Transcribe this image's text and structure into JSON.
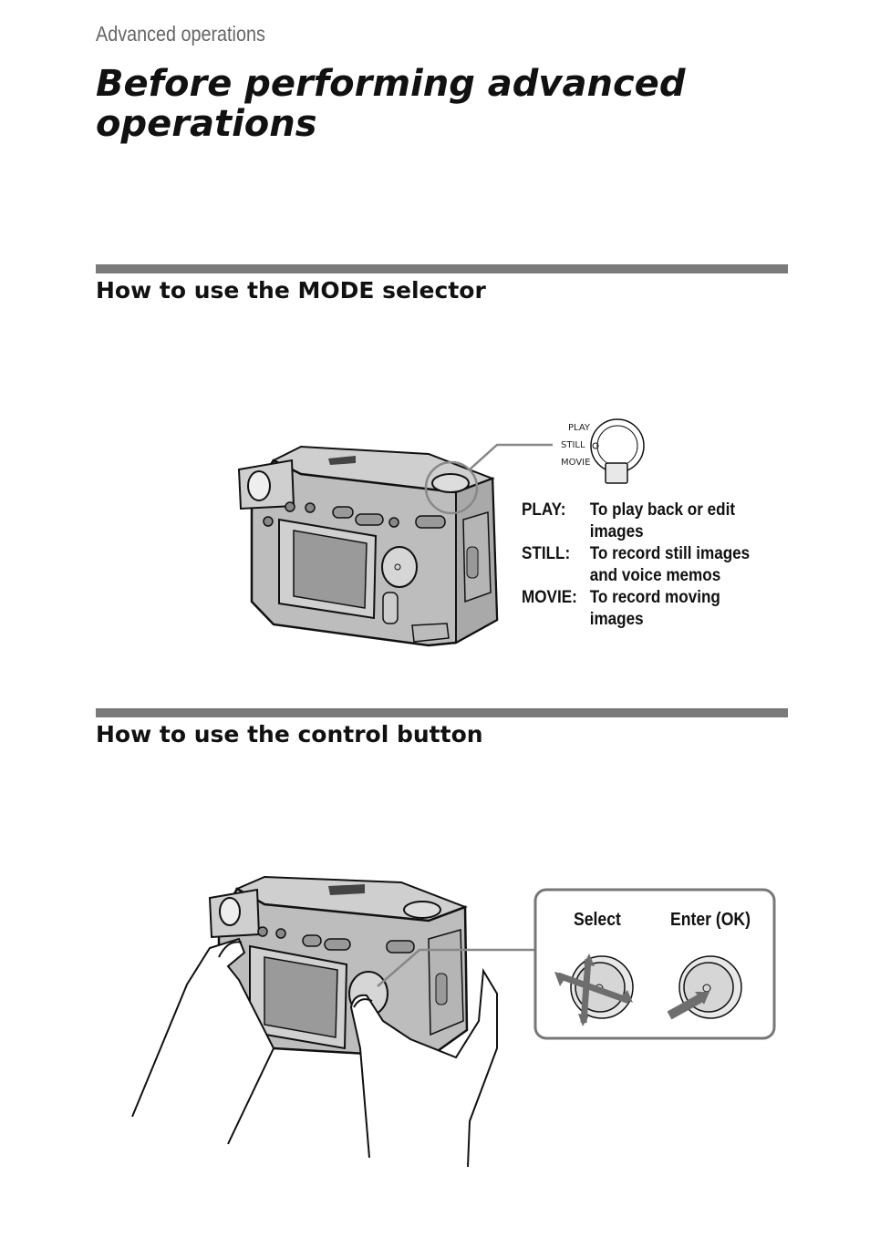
{
  "header": {
    "section_label": "Advanced operations",
    "title": "Before performing advanced operations"
  },
  "mode_section": {
    "heading": "How to use the MODE selector",
    "dial_labels": [
      "PLAY",
      "STILL",
      "MOVIE"
    ],
    "modes": [
      {
        "key": "PLAY:",
        "desc": "To play back or edit images"
      },
      {
        "key": "STILL:",
        "desc": "To record still images and voice memos"
      },
      {
        "key": "MOVIE:",
        "desc": "To record moving images"
      }
    ]
  },
  "control_section": {
    "heading": "How to use the control button",
    "select_label": "Select",
    "enter_label": "Enter (OK)"
  },
  "colors": {
    "rule": "#7a7a7a",
    "camera_body": "#bdbdbd",
    "screen": "#9a9a9a",
    "arrow": "#6e6e6e"
  }
}
